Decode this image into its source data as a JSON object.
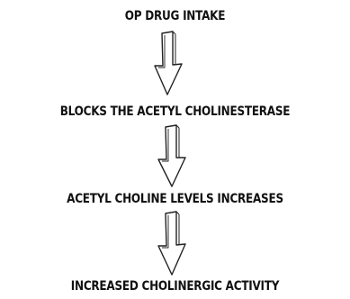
{
  "flowchart": {
    "steps": [
      {
        "label": "OP DRUG INTAKE"
      },
      {
        "label": "BLOCKS THE ACETYL CHOLINESTERASE"
      },
      {
        "label": "ACETYL CHOLINE LEVELS INCREASES"
      },
      {
        "label": "INCREASED CHOLINERGIC ACTIVITY"
      }
    ],
    "arrow_icon": "down-arrow-icon",
    "colors": {
      "text": "#111111",
      "arrow_stroke": "#222222",
      "arrow_fill": "#ffffff",
      "background": "#ffffff"
    }
  }
}
